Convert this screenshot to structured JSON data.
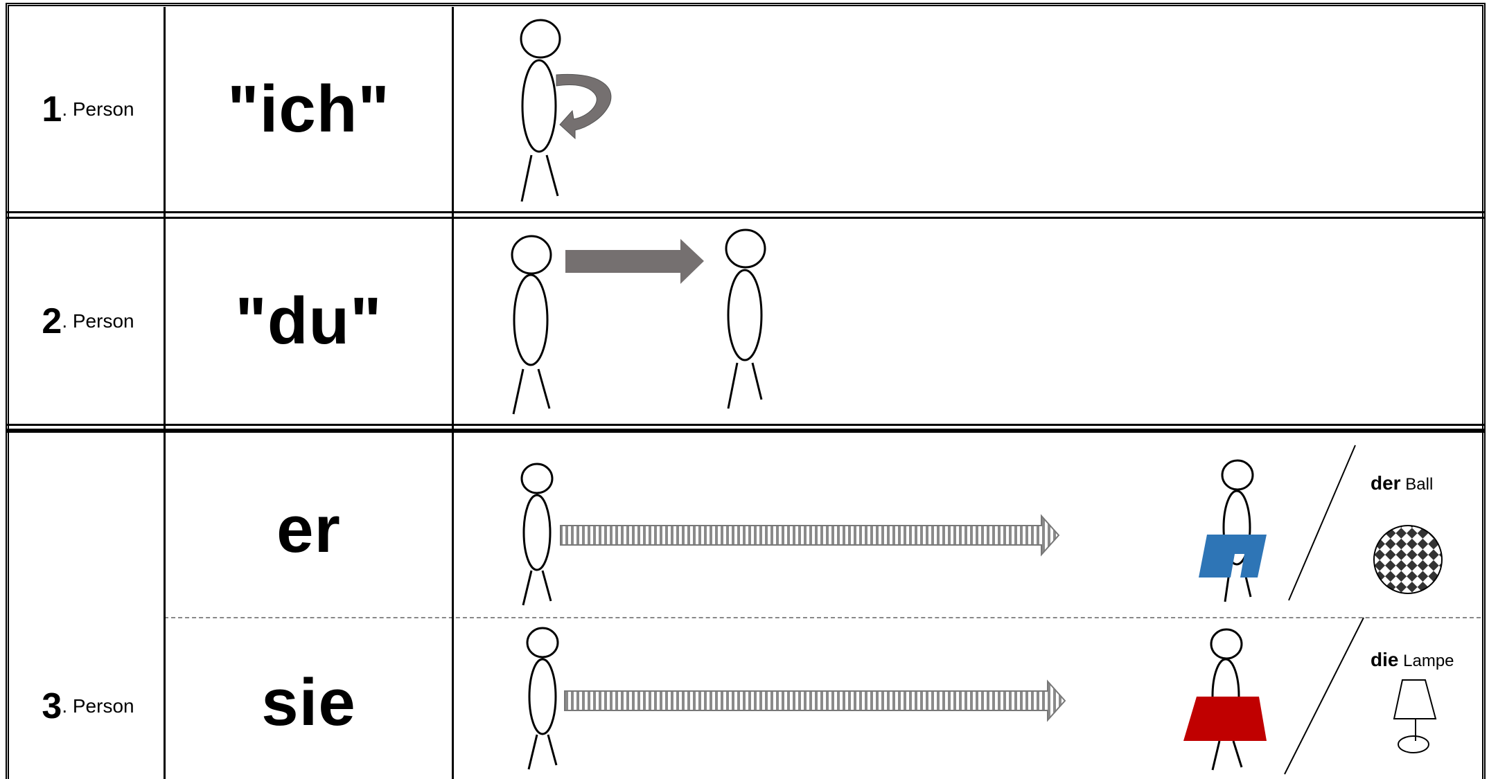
{
  "rows": [
    {
      "number": "1",
      "suffix": ". Person",
      "pronoun": "\"ich\""
    },
    {
      "number": "2",
      "suffix": ". Person",
      "pronoun": "\"du\""
    },
    {
      "number": "3",
      "suffix": ". Person",
      "pronouns": [
        "er",
        "sie"
      ]
    }
  ],
  "nouns": [
    {
      "article": "der",
      "word": "Ball",
      "icon": "ball-icon"
    },
    {
      "article": "die",
      "word": "Lampe",
      "icon": "lamp-icon"
    }
  ],
  "colors": {
    "arrow": "#757070",
    "male_garment": "#2e75b6",
    "female_garment": "#c00000"
  }
}
